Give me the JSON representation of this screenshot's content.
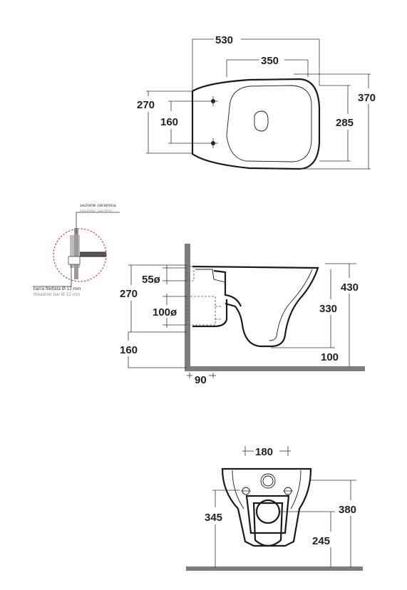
{
  "top_view": {
    "overall_length": "530",
    "inner_length": "350",
    "total_width": "370",
    "inner_width": "285",
    "fixing_outer": "270",
    "fixing_inner": "160"
  },
  "side_view": {
    "height": "430",
    "height_inner": "330",
    "left_outer": "270",
    "inlet_diameter": "55ø",
    "outlet_diameter": "100ø",
    "floor_offset": "160",
    "wall_offset": "90",
    "outlet_offset": "100"
  },
  "detail": {
    "section_it": "sezione ceramica",
    "section_en": "ceramic section",
    "bar_it": "barra filettata Ø 12 mm",
    "bar_en": "theadred bar Ø 12 mm"
  },
  "rear_view": {
    "width": "180",
    "height_left": "345",
    "height_right": "380",
    "outlet_height": "245"
  }
}
